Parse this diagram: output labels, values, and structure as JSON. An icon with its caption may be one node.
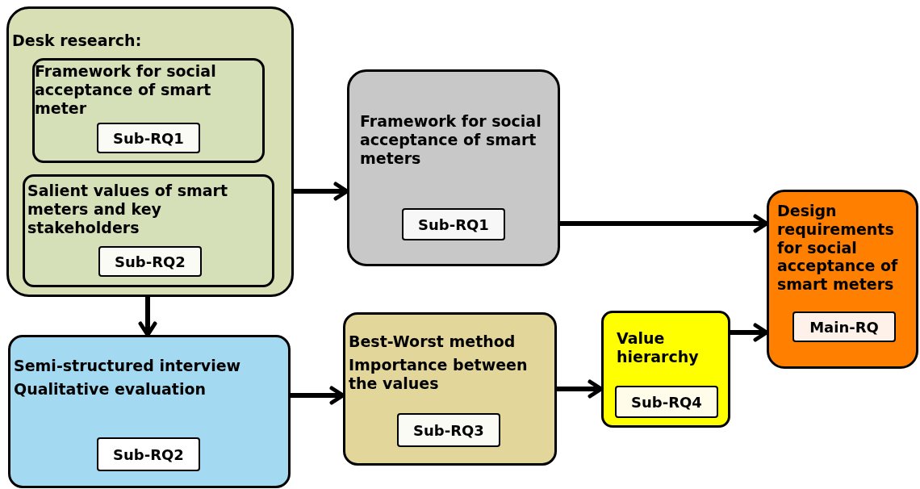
{
  "diagram": {
    "nodes": [
      {
        "text": [
          "Desk research:"
        ]
      },
      {
        "text": [
          "Framework for social acceptance of smart meter"
        ],
        "in": 0
      },
      {
        "text": [
          "Sub-RQ1"
        ],
        "in": 1
      },
      {
        "text": [
          "Salient values of smart meters and key stakeholders"
        ],
        "in": 0
      },
      {
        "text": [
          "Sub-RQ2"
        ],
        "in": 3
      },
      {
        "text": [
          "Framework for social acceptance of smart meters"
        ]
      },
      {
        "text": [
          "Sub-RQ1"
        ],
        "in": 5
      },
      {
        "text": [
          "Design requirements for social acceptance of smart meters"
        ]
      },
      {
        "text": [
          "Main-RQ"
        ],
        "in": 7
      },
      {
        "text": [
          "Semi-structured interview",
          "Qualitative evaluation"
        ]
      },
      {
        "text": [
          "Sub-RQ2"
        ],
        "in": 9
      },
      {
        "text": [
          "Best-Worst method",
          "Importance between the values"
        ]
      },
      {
        "text": [
          "Sub-RQ3"
        ],
        "in": 11
      },
      {
        "text": [
          "Value hierarchy"
        ]
      },
      {
        "text": [
          "Sub-RQ4"
        ],
        "in": 13
      }
    ],
    "edges": [
      {
        "from": 0,
        "to": 5,
        "arrow": "to"
      },
      {
        "from": 5,
        "to": 7,
        "arrow": "to"
      },
      {
        "from": 0,
        "to": 9,
        "arrow": "to"
      },
      {
        "from": 9,
        "to": 11,
        "arrow": "to"
      },
      {
        "from": 11,
        "to": 13,
        "arrow": "to"
      },
      {
        "from": 13,
        "to": 7,
        "arrow": "to"
      }
    ]
  }
}
